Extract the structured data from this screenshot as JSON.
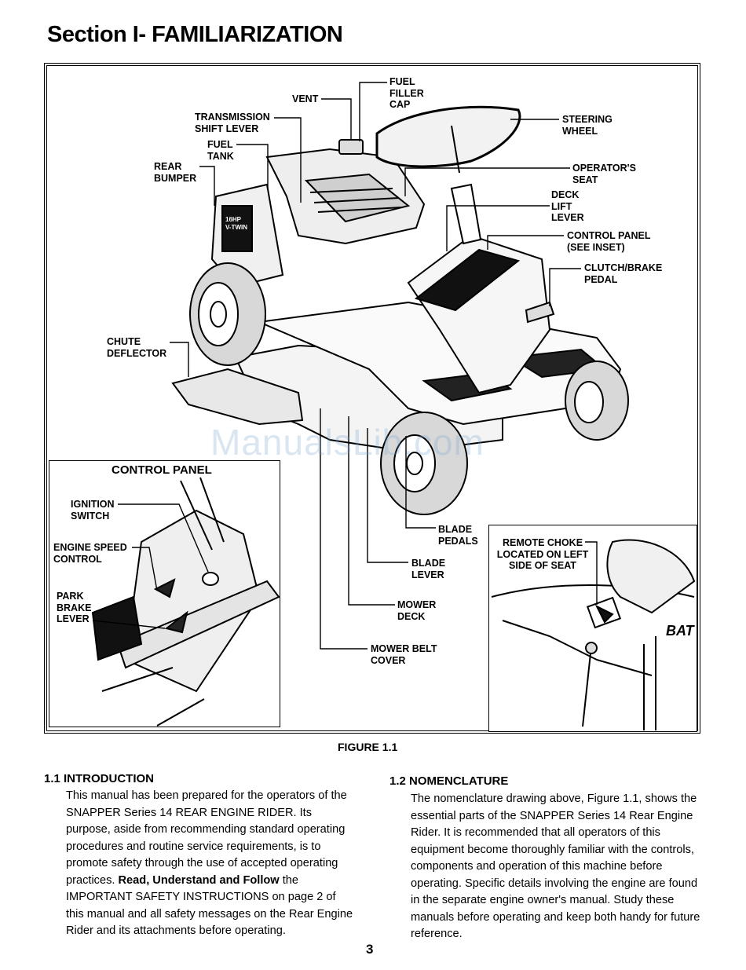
{
  "section_title": "Section I- FAMILIARIZATION",
  "figure": {
    "caption": "FIGURE 1.1",
    "watermark": "ManualsLib.com",
    "callouts": {
      "vent": "VENT",
      "fuel_filler_cap": "FUEL\nFILLER\nCAP",
      "transmission_shift_lever": "TRANSMISSION\nSHIFT LEVER",
      "fuel_tank": "FUEL\nTANK",
      "rear_bumper": "REAR\nBUMPER",
      "steering_wheel": "STEERING\nWHEEL",
      "operators_seat": "OPERATOR'S\nSEAT",
      "deck_lift_lever": "DECK\nLIFT\nLEVER",
      "control_panel": "CONTROL PANEL\n(SEE INSET)",
      "clutch_brake_pedal": "CLUTCH/BRAKE\nPEDAL",
      "chute_deflector": "CHUTE\nDEFLECTOR",
      "blade_pedals": "BLADE\nPEDALS",
      "blade_lever": "BLADE\nLEVER",
      "mower_deck": "MOWER\nDECK",
      "mower_belt_cover": "MOWER BELT\nCOVER",
      "engine_decal": "16HP\nV-TWIN"
    },
    "control_panel_inset": {
      "title": "CONTROL PANEL",
      "ignition_switch": "IGNITION\nSWITCH",
      "engine_speed_control": "ENGINE SPEED\nCONTROL",
      "park_brake_lever": "PARK\nBRAKE\nLEVER"
    },
    "choke_inset": {
      "remote_choke": "REMOTE CHOKE\nLOCATED ON LEFT\nSIDE OF SEAT",
      "battery_text": "BAT"
    }
  },
  "intro": {
    "heading": "1.1 INTRODUCTION",
    "para_a": "This manual has been prepared for the operators of the SNAPPER Series 14 REAR ENGINE RIDER. Its purpose, aside from recommending standard operating procedures and routine service requirements, is to promote safety through the use of accepted operating practices. ",
    "para_bold": "Read, Understand and Follow",
    "para_b": " the IMPORTANT SAFETY INSTRUCTIONS on page 2 of this manual and all safety messages on the Rear Engine Rider and its attachments before operating."
  },
  "nomenclature": {
    "heading": "1.2 NOMENCLATURE",
    "paragraph": "The nomenclature drawing above, Figure 1.1, shows the essential parts of the SNAPPER Series 14 Rear Engine Rider. It is recommended that all operators of this equipment become thoroughly familiar with the controls, components and operation of this machine before operating. Specific details involving the engine are found in the separate engine owner's manual. Study these manuals before operating and keep both handy for future reference."
  },
  "page_number": "3"
}
